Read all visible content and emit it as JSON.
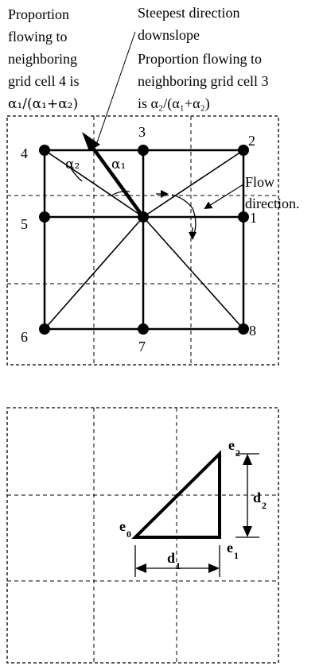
{
  "top_diagram": {
    "annotation_left": [
      "Proportion",
      "flowing to",
      "neighboring",
      "grid cell 4 is",
      "α₁/(α₁+α₂)"
    ],
    "annotation_steepest": [
      "Steepest direction",
      "downslope"
    ],
    "annotation_right": [
      "Proportion flowing to",
      "neighboring grid cell 3",
      "is α₂/(α₁+α₂)"
    ],
    "annotation_flow": [
      "Flow",
      "direction."
    ],
    "alpha1": "α₁",
    "alpha2": "α₂",
    "node_labels": [
      "1",
      "2",
      "3",
      "4",
      "5",
      "6",
      "7",
      "8"
    ]
  },
  "bottom_diagram": {
    "e0": "e",
    "e0_sub": "0",
    "e1": "e",
    "e1_sub": "1",
    "e2": "e",
    "e2_sub": "2",
    "d1": "d",
    "d1_sub": "1",
    "d2": "d",
    "d2_sub": "2"
  }
}
